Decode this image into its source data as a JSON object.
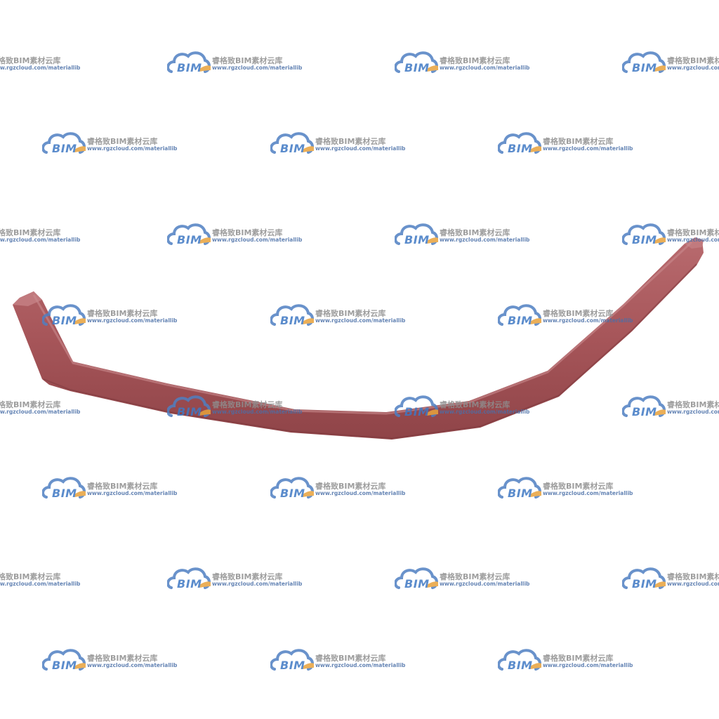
{
  "watermark": {
    "brand": "BIM",
    "name": "睿格致BIM素材云库",
    "url": "www.rgzcloud.com/materiallib",
    "icon": "cloud-logo-icon",
    "colors": {
      "cloud_blue": "#4f7fc2",
      "cloud_orange": "#e8a23c",
      "name_gray": "#8e8e8e",
      "url_blue": "#4a6fa8"
    }
  },
  "model": {
    "object": "bent-pipe-handrail",
    "color": "#a8585c",
    "background": "#ffffff"
  }
}
